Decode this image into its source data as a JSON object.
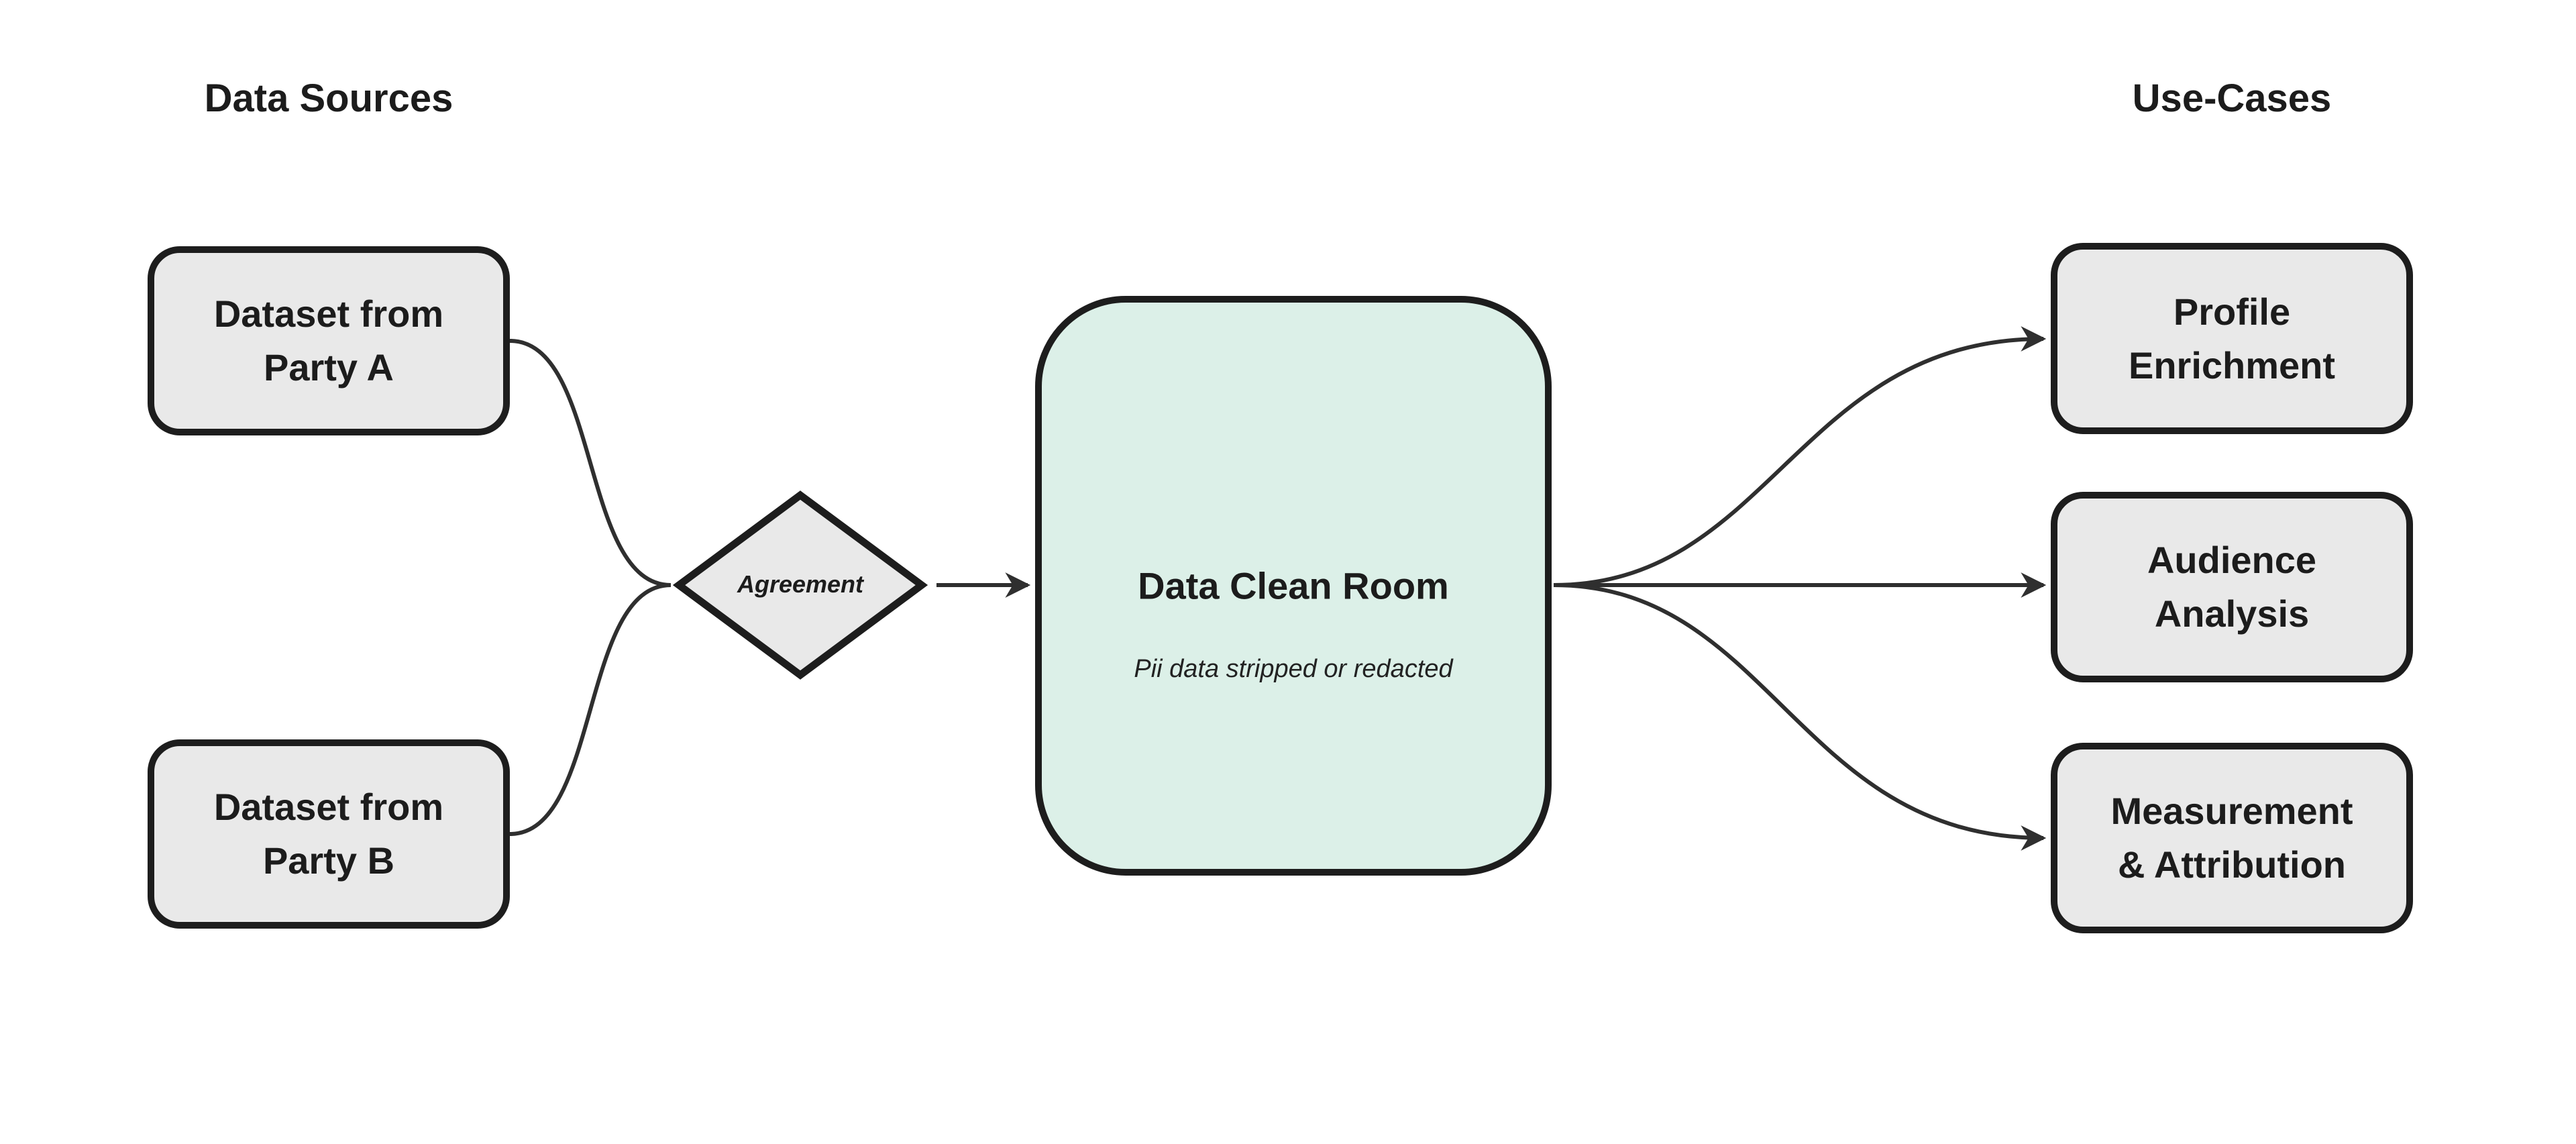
{
  "diagram": {
    "headers": {
      "left": "Data Sources",
      "right": "Use-Cases"
    },
    "sources": [
      {
        "label": "Dataset from\nParty A"
      },
      {
        "label": "Dataset from\nParty B"
      }
    ],
    "agreement": {
      "label": "Agreement"
    },
    "clean_room": {
      "title": "Data Clean Room",
      "subtitle": "Pii data stripped or redacted"
    },
    "use_cases": [
      {
        "label": "Profile\nEnrichment"
      },
      {
        "label": "Audience\nAnalysis"
      },
      {
        "label": "Measurement\n& Attribution"
      }
    ],
    "colors": {
      "background": "#ffffff",
      "node_fill_gray": "#e9e9e9",
      "node_fill_mint": "#dcf0e8",
      "node_border": "#1d1d1d",
      "connector": "#2f2f2f",
      "text": "#1c1c1c"
    }
  }
}
